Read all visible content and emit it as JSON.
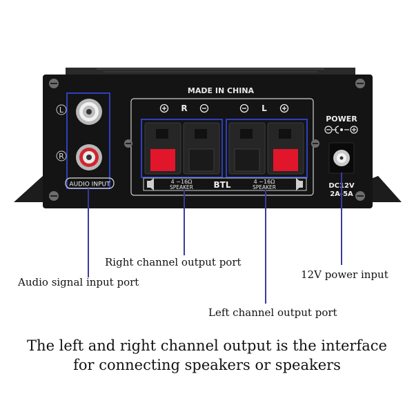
{
  "panel": {
    "made_in": "MADE IN CHINA",
    "jack_left": "L",
    "jack_right": "R",
    "audio_input": "AUDIO INPUT",
    "right_channel": "R",
    "left_channel": "L",
    "speaker_spec_right": "4 ~16Ω",
    "speaker_spec_left": "4 ~16Ω",
    "speaker_word_right": "SPEAKER",
    "speaker_word_left": "SPEAKER",
    "btl": "BTL",
    "power": "POWER",
    "dc_line1": "DC12V",
    "dc_line2": "2A-5A"
  },
  "callouts": {
    "right_channel_port": "Right channel output port",
    "audio_input_port": "Audio signal input port",
    "power_input": "12V power input",
    "left_channel_port": "Left channel output port"
  },
  "caption": {
    "line1": "The left and right channel output is the interface",
    "line2": "for connecting speakers or speakers"
  },
  "colors": {
    "chassis": "#141414",
    "label_box": "#2f3fc0",
    "pointer_line": "#3a3a9a",
    "terminal_red": "#e2162b"
  }
}
